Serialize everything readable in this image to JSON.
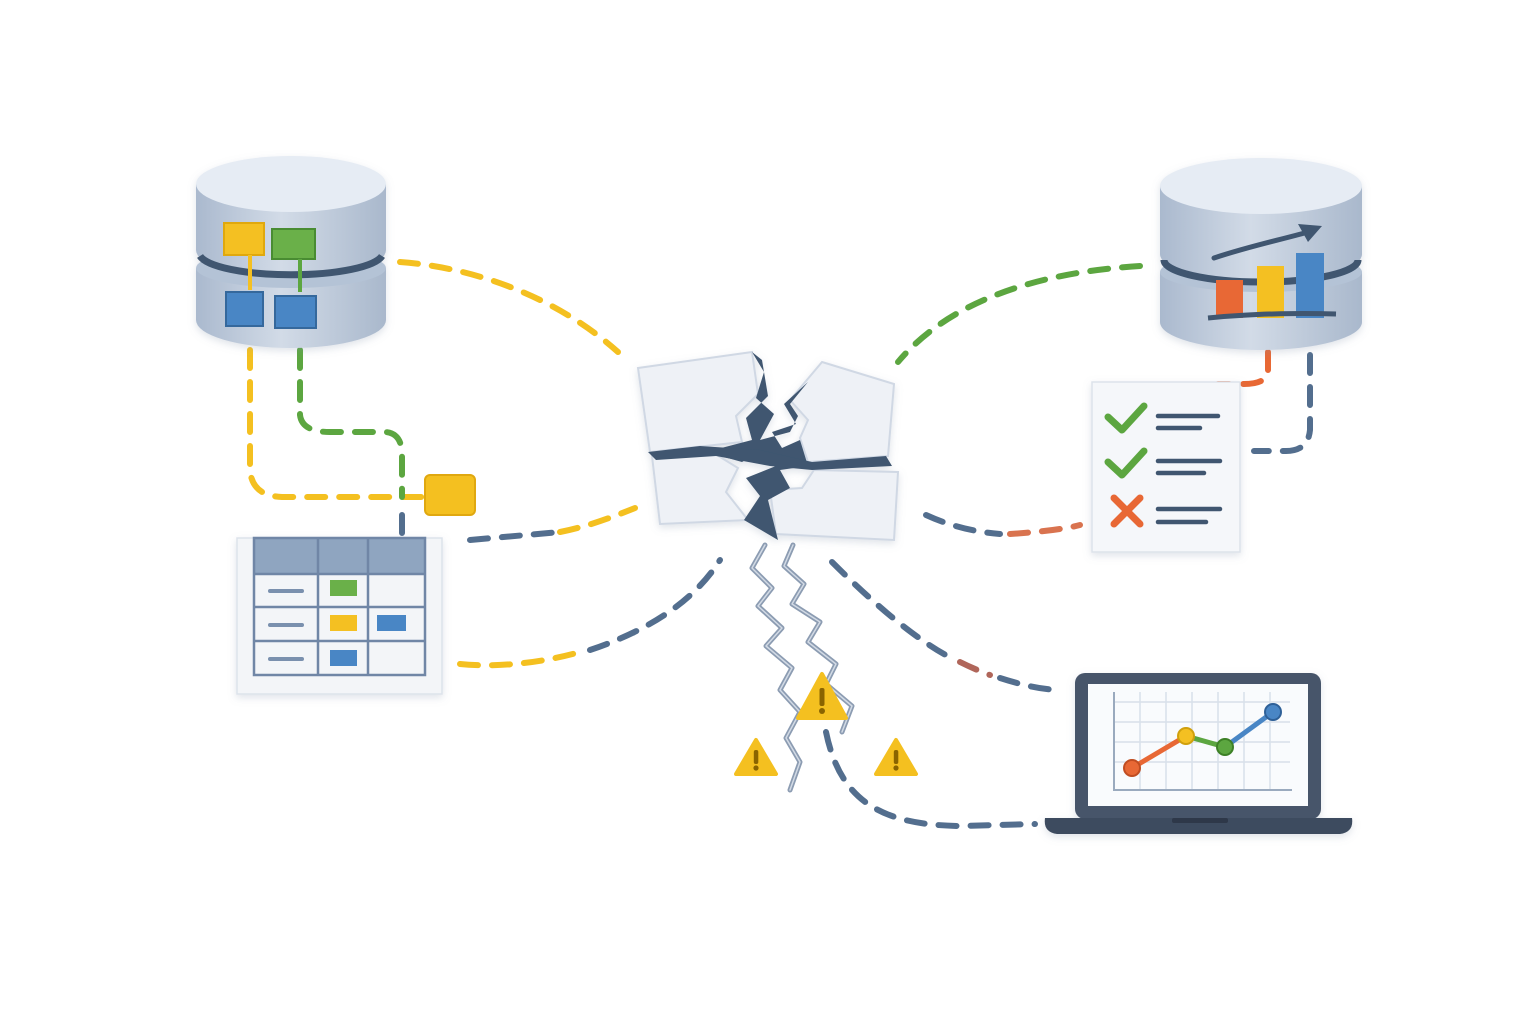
{
  "colors": {
    "yellow": "#F4C020",
    "green": "#5CA640",
    "blue": "#4A7FB9",
    "navy": "#536E8E",
    "orange": "#E86834",
    "red": "#D9734F",
    "crack": "#3F5670",
    "db_body": "#C7D2E1",
    "db_top": "#E3E9F2",
    "panel": "#F3F5F8",
    "laptop_frame": "#46556A"
  },
  "nodes": [
    {
      "id": "source-database",
      "icon": "database-icon"
    },
    {
      "id": "analytics-database",
      "icon": "database-chart-icon"
    },
    {
      "id": "central-broken-block",
      "icon": "broken-block-icon"
    },
    {
      "id": "data-table",
      "icon": "table-icon"
    },
    {
      "id": "validation-checklist",
      "icon": "checklist-icon"
    },
    {
      "id": "dashboard-laptop",
      "icon": "laptop-chart-icon"
    },
    {
      "id": "data-packet",
      "icon": "packet-icon"
    }
  ],
  "checklist": {
    "items": [
      {
        "status": "pass"
      },
      {
        "status": "pass"
      },
      {
        "status": "fail"
      }
    ]
  },
  "warnings": {
    "count": 3,
    "icon": "warning-icon"
  }
}
